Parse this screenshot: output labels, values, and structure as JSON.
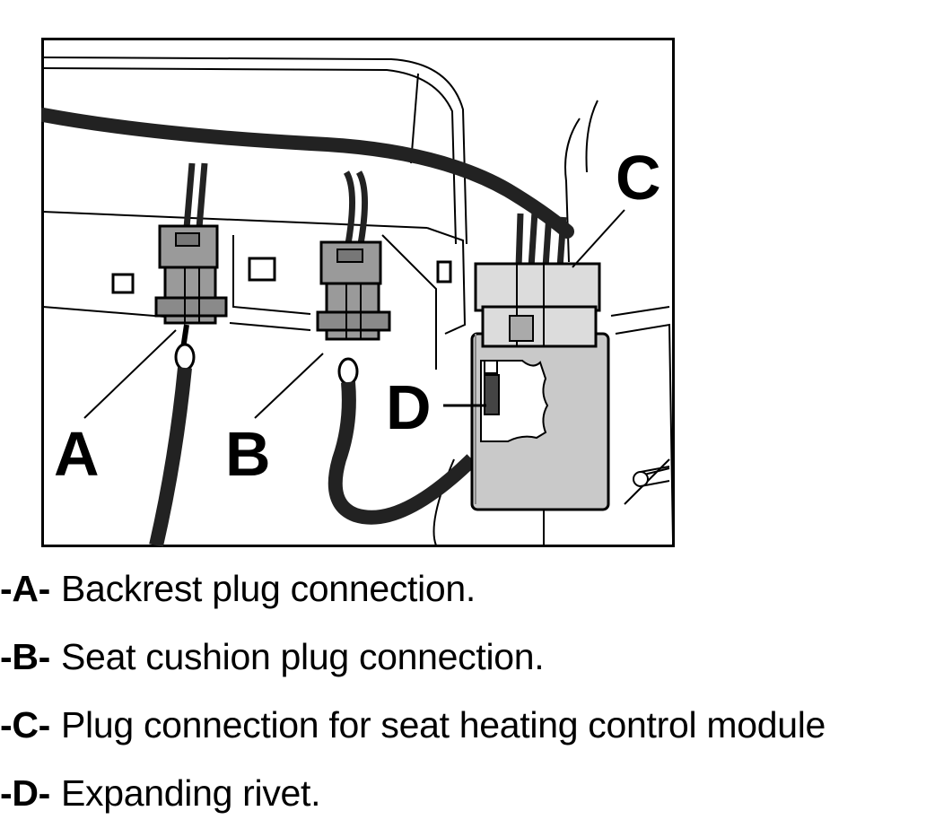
{
  "diagram": {
    "callouts": [
      {
        "id": "A",
        "label": "A"
      },
      {
        "id": "B",
        "label": "B"
      },
      {
        "id": "C",
        "label": "C"
      },
      {
        "id": "D",
        "label": "D"
      }
    ]
  },
  "legend": [
    {
      "key": "-A-",
      "text": "Backrest plug connection."
    },
    {
      "key": "-B-",
      "text": "Seat cushion plug connection."
    },
    {
      "key": "-C-",
      "text": "Plug connection for seat heating control module"
    },
    {
      "key": "-D-",
      "text": "Expanding rivet."
    }
  ],
  "colors": {
    "line": "#000000",
    "cable": "#222222",
    "connector": "#9a9a9a",
    "module": "#c9c9c9",
    "background": "#ffffff"
  }
}
